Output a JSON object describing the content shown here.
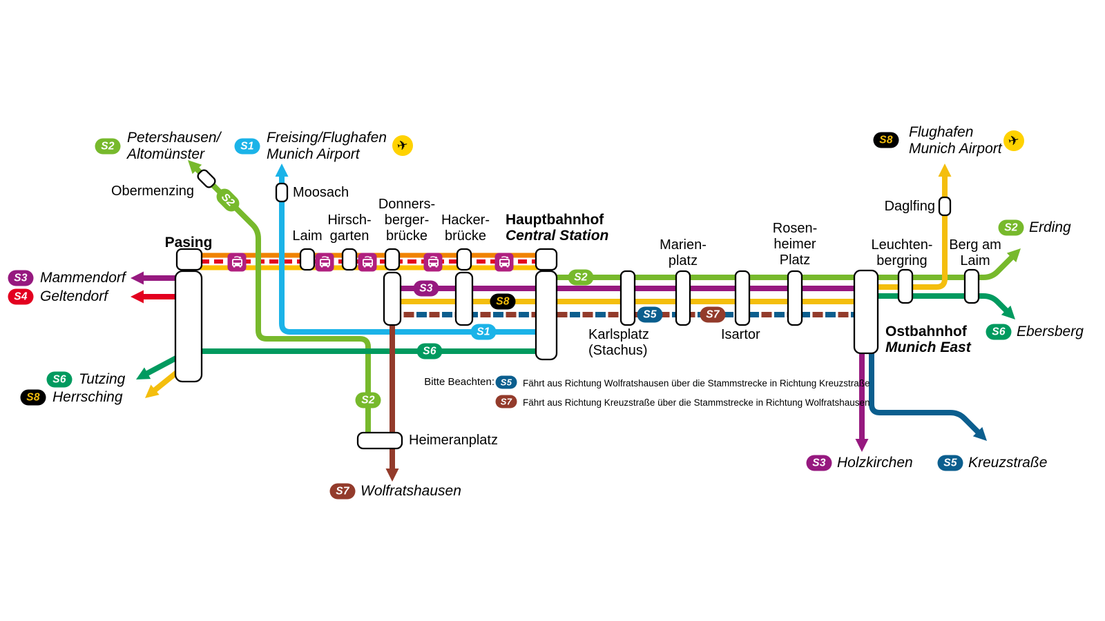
{
  "colors": {
    "s1": "#1bb3e8",
    "s2": "#77b92c",
    "s3": "#96197f",
    "s4": "#e3001f",
    "s5": "#0b5e8e",
    "s6": "#009a5f",
    "s7": "#933b2b",
    "s8": "#f4be0d",
    "s8_badge_bg": "#000000",
    "s8_badge_text": "#f4be0d",
    "band_orange": "#f08300",
    "band_red": "#e3001f",
    "band_yellow": "#fcbf00",
    "bus_icon": "#b0207f",
    "airport_icon": "#ffd200",
    "text": "#000000",
    "background": "#ffffff"
  },
  "badges": {
    "s1": "S1",
    "s2": "S2",
    "s3": "S3",
    "s4": "S4",
    "s5": "S5",
    "s6": "S6",
    "s7": "S7",
    "s8": "S8"
  },
  "stations": {
    "pasing": "Pasing",
    "obermenzing": "Obermenzing",
    "moosach": "Moosach",
    "laim": "Laim",
    "hirschgarten": [
      "Hirsch-",
      "garten"
    ],
    "donnersbergerbruecke": [
      "Donners-",
      "berger-",
      "brücke"
    ],
    "hackerbruecke": [
      "Hacker-",
      "brücke"
    ],
    "hauptbahnhof": {
      "name": "Hauptbahnhof",
      "subtitle": "Central Station"
    },
    "karlsplatz": [
      "Karlsplatz",
      "(Stachus)"
    ],
    "marienplatz": [
      "Marien-",
      "platz"
    ],
    "isartor": "Isartor",
    "rosenheimer_platz": [
      "Rosen-",
      "heimer",
      "Platz"
    ],
    "leuchtenbergring": [
      "Leuchten-",
      "bergring"
    ],
    "berg_am_laim": [
      "Berg am",
      "Laim"
    ],
    "ostbahnhof": {
      "name": "Ostbahnhof",
      "subtitle": "Munich East"
    },
    "daglfing": "Daglfing",
    "heimeranplatz": "Heimeranplatz"
  },
  "terminals": {
    "petershausen": [
      "Petershausen/",
      "Altomünster"
    ],
    "freising": [
      "Freising/Flughafen",
      "Munich Airport"
    ],
    "flughafen_east": [
      "Flughafen",
      "Munich Airport"
    ],
    "erding": "Erding",
    "ebersberg": "Ebersberg",
    "kreuzstrasse": "Kreuzstraße",
    "holzkirchen": "Holzkirchen",
    "wolfratshausen": "Wolfratshausen",
    "mammendorf": "Mammendorf",
    "geltendorf": "Geltendorf",
    "tutzing": "Tutzing",
    "herrsching": "Herrsching"
  },
  "notes": {
    "heading": "Bitte Beachten:",
    "s5_text": "Fährt aus Richtung Wolfratshausen über die Stammstrecke in Richtung Kreuzstraße",
    "s7_text": "Fährt aus Richtung Kreuzstraße über die Stammstrecke in Richtung Wolfratshausen"
  },
  "icons": {
    "airplane": "✈"
  }
}
